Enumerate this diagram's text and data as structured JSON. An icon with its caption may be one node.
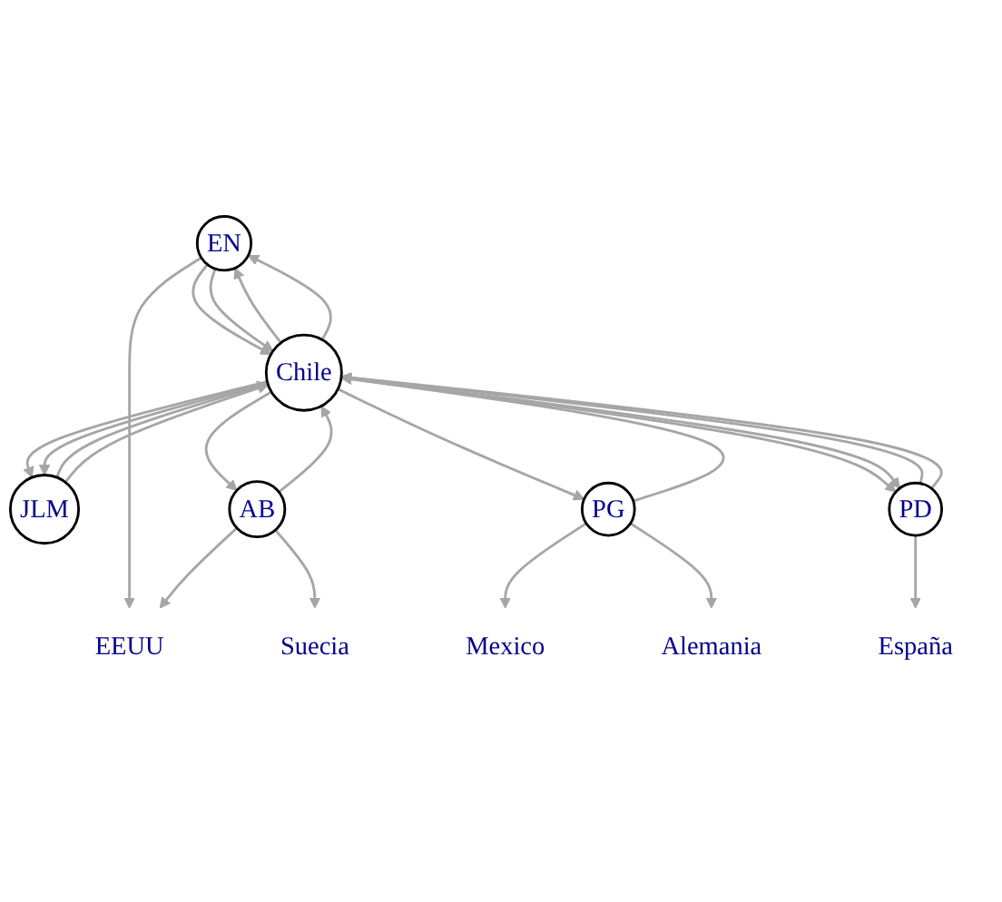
{
  "diagram": {
    "nodes": [
      {
        "text": [
          "EEUU"
        ]
      },
      {
        "text": [
          "EN"
        ]
      },
      {
        "text": [
          "JLM"
        ]
      },
      {
        "text": [
          "Mexico"
        ]
      },
      {
        "text": [
          "AB"
        ]
      },
      {
        "text": [
          "Chile"
        ]
      },
      {
        "text": [
          "PG"
        ]
      },
      {
        "text": [
          "Suecia"
        ]
      },
      {
        "text": [
          "Alemania"
        ]
      },
      {
        "text": [
          "PD"
        ]
      },
      {
        "text": [
          "España"
        ]
      }
    ],
    "edges": [
      {
        "from": 1,
        "to": 5,
        "arrow": "to"
      },
      {
        "from": 1,
        "to": 5,
        "arrow": "to"
      },
      {
        "from": 5,
        "to": 1,
        "arrow": "to"
      },
      {
        "from": 5,
        "to": 1,
        "arrow": "to"
      },
      {
        "from": 2,
        "to": 5,
        "arrow": "to"
      },
      {
        "from": 2,
        "to": 5,
        "arrow": "to"
      },
      {
        "from": 5,
        "to": 2,
        "arrow": "to"
      },
      {
        "from": 5,
        "to": 2,
        "arrow": "to"
      },
      {
        "from": 4,
        "to": 5,
        "arrow": "to"
      },
      {
        "from": 5,
        "to": 4,
        "arrow": "to"
      },
      {
        "from": 6,
        "to": 5,
        "arrow": "to"
      },
      {
        "from": 5,
        "to": 6,
        "arrow": "to"
      },
      {
        "from": 9,
        "to": 5,
        "arrow": "to"
      },
      {
        "from": 9,
        "to": 5,
        "arrow": "to"
      },
      {
        "from": 5,
        "to": 9,
        "arrow": "to"
      },
      {
        "from": 5,
        "to": 9,
        "arrow": "to"
      },
      {
        "from": 1,
        "to": 0,
        "arrow": "to"
      },
      {
        "from": 4,
        "to": 0,
        "arrow": "to"
      },
      {
        "from": 4,
        "to": 7,
        "arrow": "to"
      },
      {
        "from": 6,
        "to": 3,
        "arrow": "to"
      },
      {
        "from": 6,
        "to": 8,
        "arrow": "to"
      },
      {
        "from": 9,
        "to": 10,
        "arrow": "to"
      }
    ]
  }
}
